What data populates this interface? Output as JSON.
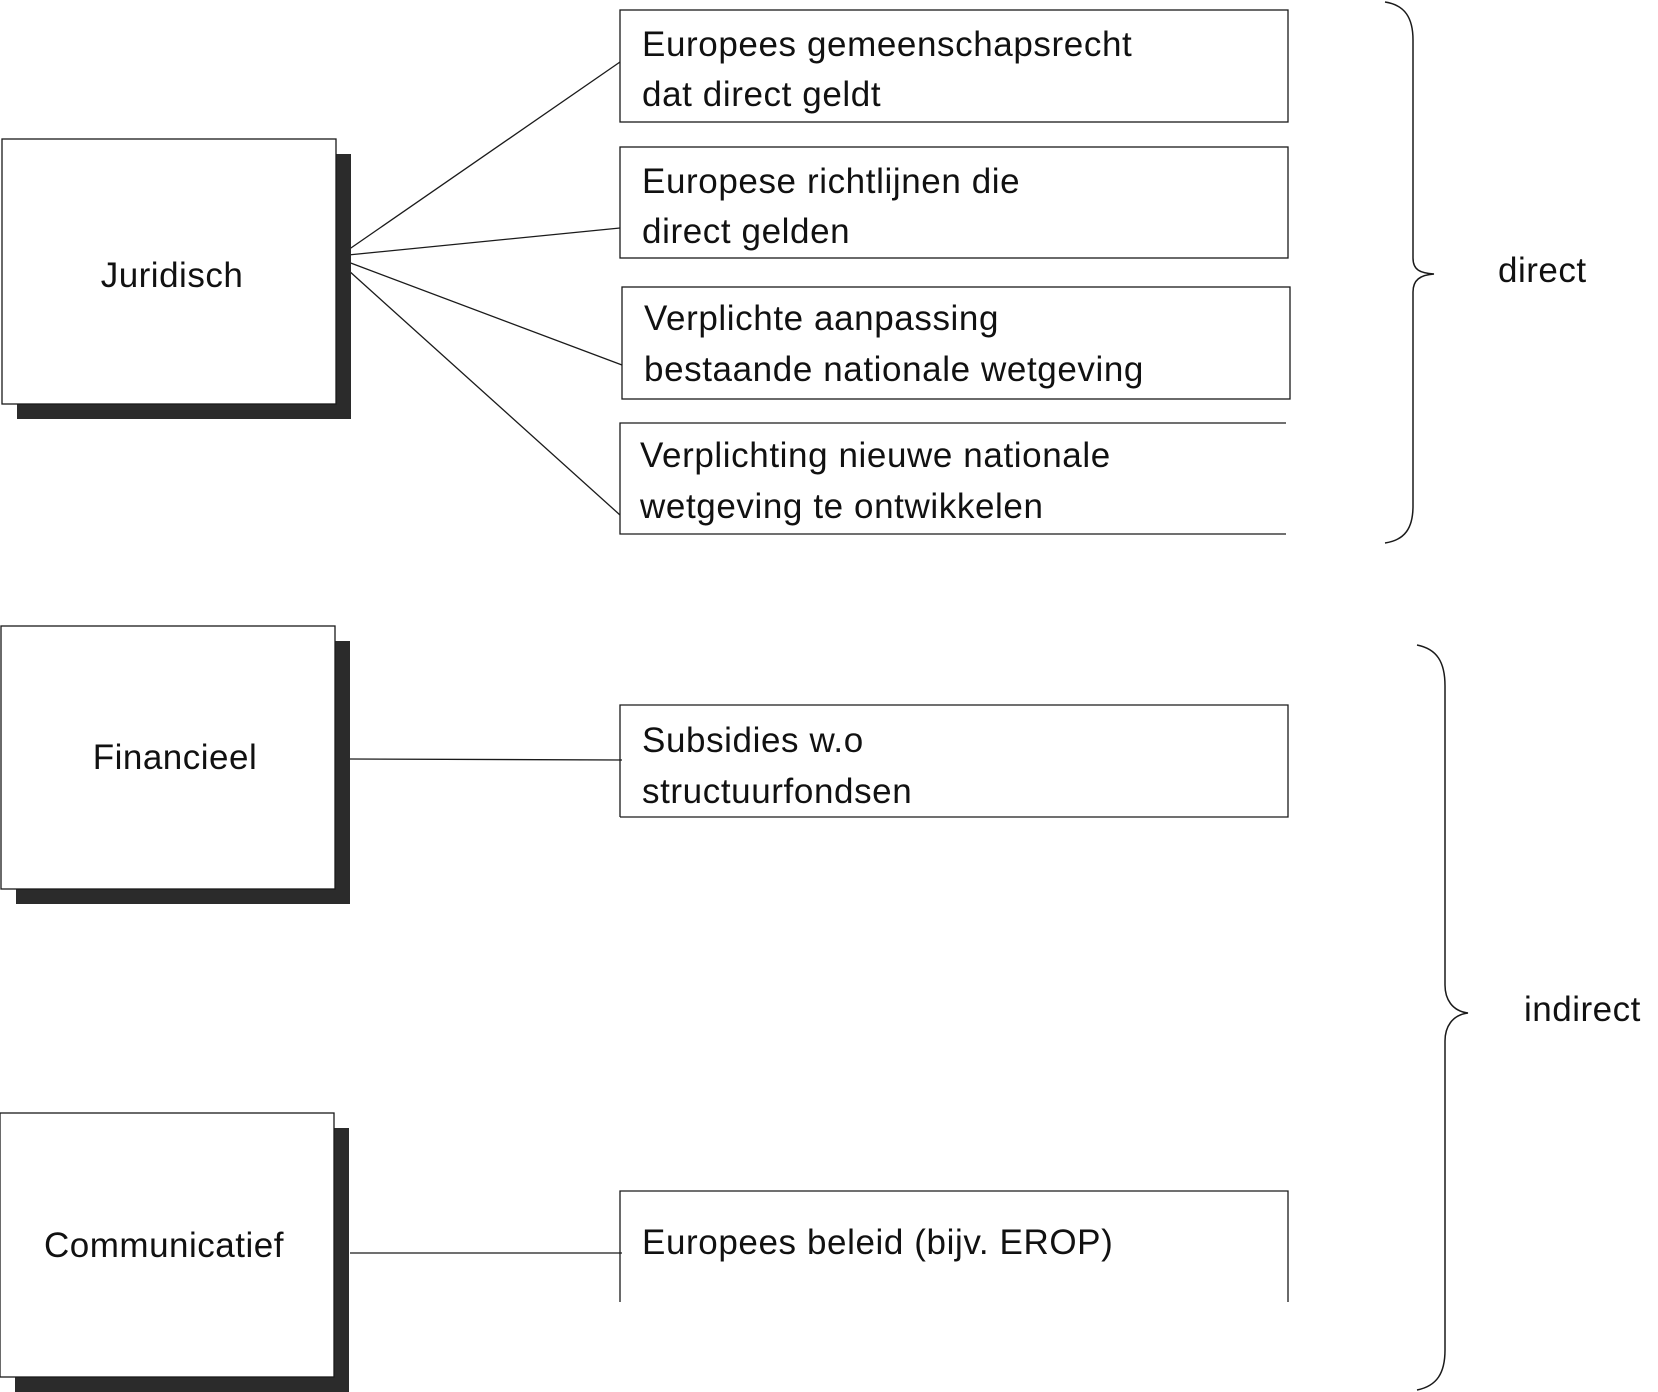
{
  "categories": [
    {
      "id": "juridisch",
      "label": "Juridisch"
    },
    {
      "id": "financieel",
      "label": "Financieel"
    },
    {
      "id": "communicatief",
      "label": "Communicatief"
    }
  ],
  "items": [
    {
      "id": "item1",
      "category": "juridisch",
      "lines": [
        "Europees gemeenschapsrecht",
        "dat direct geldt"
      ]
    },
    {
      "id": "item2",
      "category": "juridisch",
      "lines": [
        "Europese richtlijnen die",
        "direct gelden"
      ]
    },
    {
      "id": "item3",
      "category": "juridisch",
      "lines": [
        "Verplichte aanpassing",
        "bestaande nationale wetgeving"
      ]
    },
    {
      "id": "item4",
      "category": "juridisch",
      "lines": [
        "Verplichting nieuwe nationale",
        "wetgeving te ontwikkelen"
      ]
    },
    {
      "id": "item5",
      "category": "financieel",
      "lines": [
        "Subsidies w.o",
        "structuurfondsen"
      ]
    },
    {
      "id": "item6",
      "category": "communicatief",
      "lines": [
        "Europees beleid (bijv. EROP)"
      ]
    }
  ],
  "groups": [
    {
      "id": "direct",
      "label": "direct"
    },
    {
      "id": "indirect",
      "label": "indirect"
    }
  ],
  "colors": {
    "stroke": "#1a1a1a",
    "shadow": "#2b2b2b",
    "text": "#111111",
    "background": "#ffffff"
  }
}
